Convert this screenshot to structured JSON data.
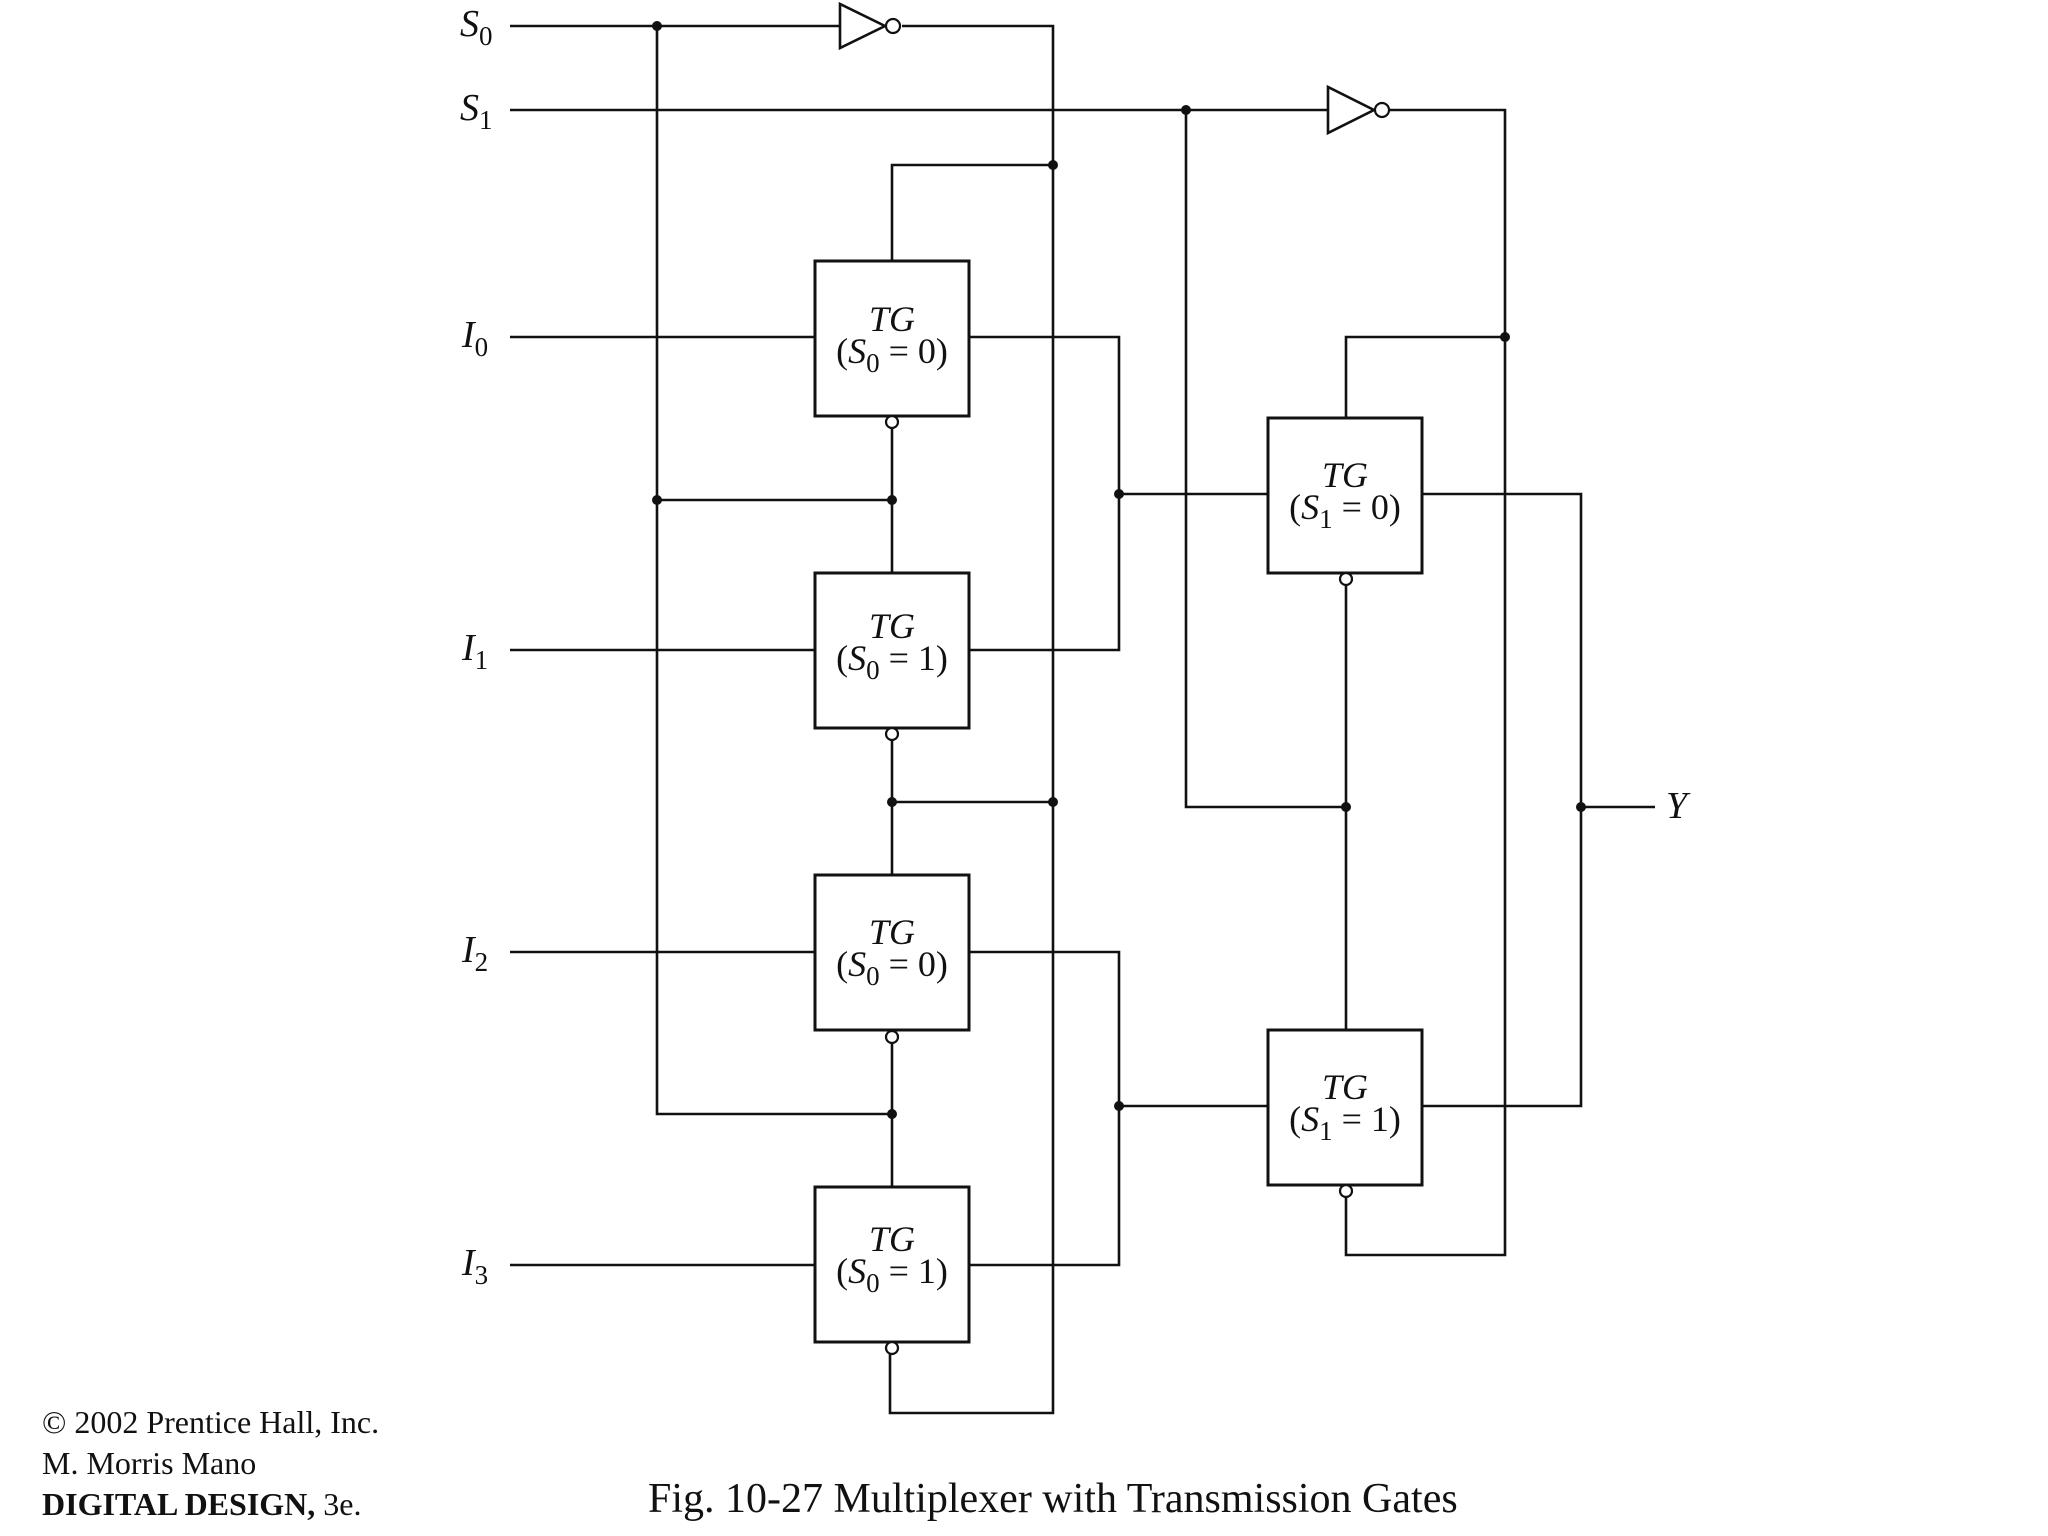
{
  "inputs": {
    "s0": {
      "base": "S",
      "sub": "0"
    },
    "s1": {
      "base": "S",
      "sub": "1"
    },
    "i0": {
      "base": "I",
      "sub": "0"
    },
    "i1": {
      "base": "I",
      "sub": "1"
    },
    "i2": {
      "base": "I",
      "sub": "2"
    },
    "i3": {
      "base": "I",
      "sub": "3"
    }
  },
  "output": {
    "label": "Y"
  },
  "gates": {
    "tg0": {
      "name": "TG",
      "open": "(",
      "sel": "S",
      "sub": "0",
      "eq": " = 0)"
    },
    "tg1": {
      "name": "TG",
      "open": "(",
      "sel": "S",
      "sub": "0",
      "eq": " = 1)"
    },
    "tg2": {
      "name": "TG",
      "open": "(",
      "sel": "S",
      "sub": "0",
      "eq": " = 0)"
    },
    "tg3": {
      "name": "TG",
      "open": "(",
      "sel": "S",
      "sub": "0",
      "eq": " = 1)"
    },
    "tg4": {
      "name": "TG",
      "open": "(",
      "sel": "S",
      "sub": "1",
      "eq": " = 0)"
    },
    "tg5": {
      "name": "TG",
      "open": "(",
      "sel": "S",
      "sub": "1",
      "eq": " = 1)"
    }
  },
  "caption": "Fig. 10-27  Multiplexer with Transmission Gates",
  "credits": {
    "line1": "© 2002 Prentice Hall, Inc.",
    "line2": "M. Morris Mano",
    "book": "DIGITAL DESIGN,",
    "edition": " 3e."
  }
}
